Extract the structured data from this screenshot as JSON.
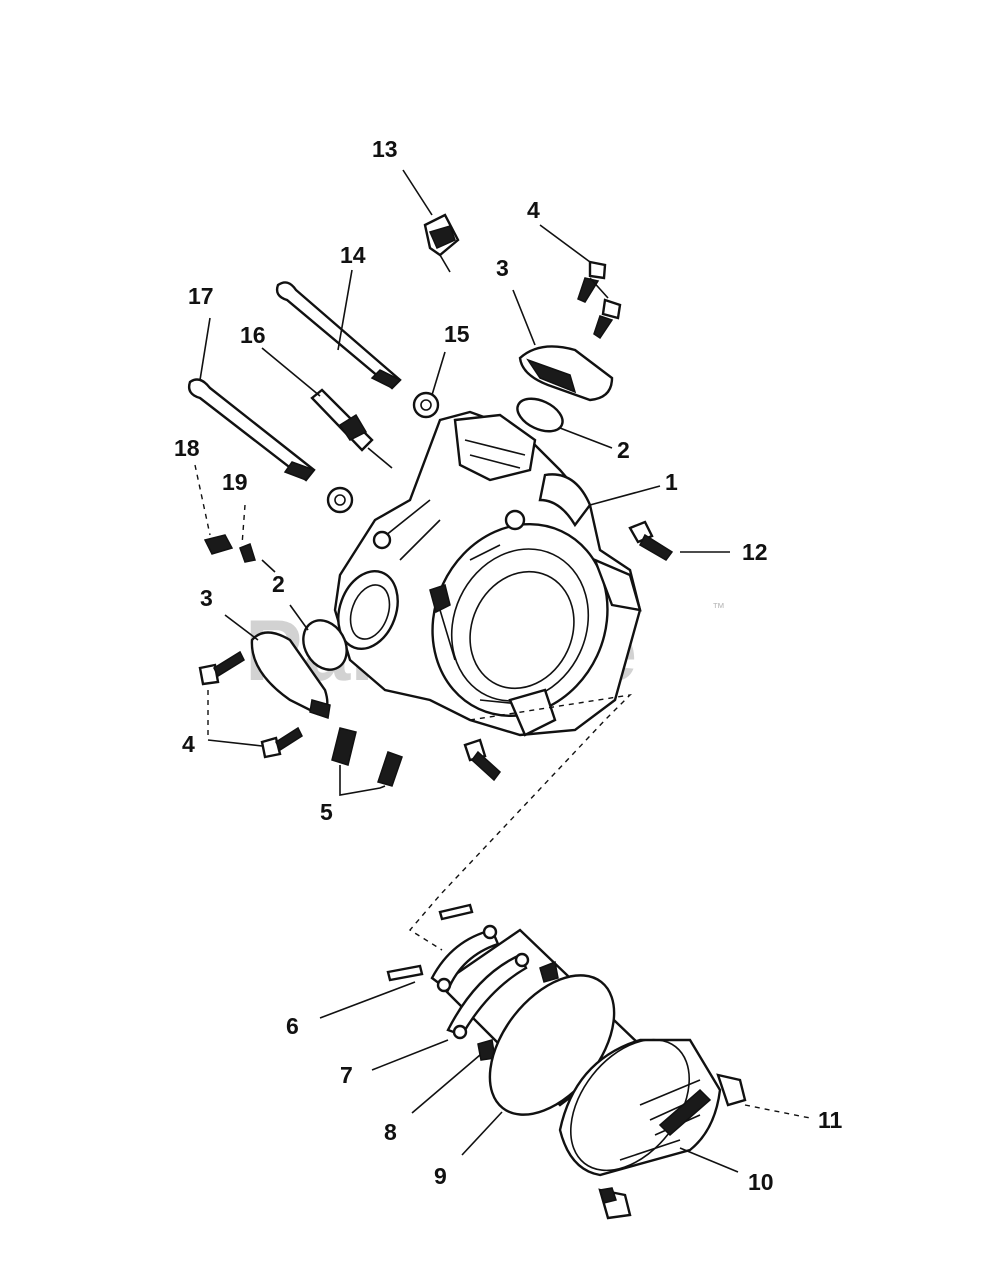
{
  "watermark": {
    "text": "PartsTree",
    "trademark": "™"
  },
  "callouts": {
    "c1": "1",
    "c2a": "2",
    "c2b": "2",
    "c3a": "3",
    "c3b": "3",
    "c4a": "4",
    "c4b": "4",
    "c5": "5",
    "c6": "6",
    "c7": "7",
    "c8": "8",
    "c9": "9",
    "c10": "10",
    "c11": "11",
    "c12": "12",
    "c13": "13",
    "c14": "14",
    "c15": "15",
    "c16": "16",
    "c17": "17",
    "c18": "18",
    "c19": "19"
  }
}
